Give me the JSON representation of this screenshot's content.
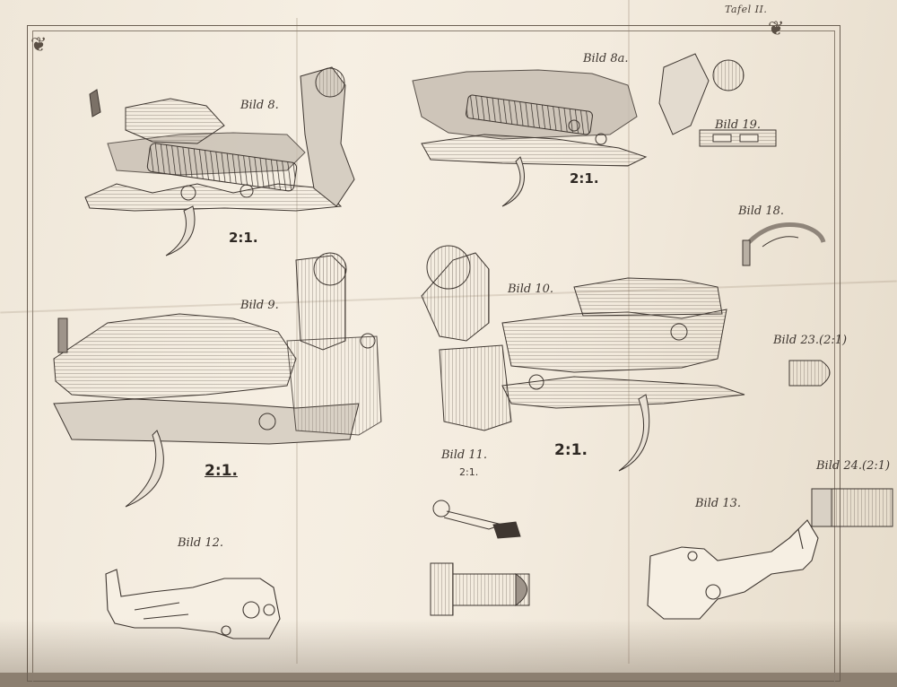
{
  "plate": {
    "number": "Tafel II."
  },
  "figures": {
    "bild8": {
      "label": "Bild 8.",
      "scale": "2:1."
    },
    "bild8a": {
      "label": "Bild 8a.",
      "scale": "2:1."
    },
    "bild9": {
      "label": "Bild 9.",
      "scale": "2:1."
    },
    "bild10": {
      "label": "Bild 10."
    },
    "bild11": {
      "label": "Bild 11.",
      "scale": "2:1."
    },
    "bild10_scale": "2:1.",
    "bild12": {
      "label": "Bild 12."
    },
    "bild13": {
      "label": "Bild 13."
    },
    "bild18": {
      "label": "Bild 18."
    },
    "bild19": {
      "label": "Bild 19."
    },
    "bild23": {
      "label": "Bild 23.(2:1)"
    },
    "bild24": {
      "label": "Bild 24.(2:1)"
    }
  },
  "colors": {
    "paper": "#f3ebde",
    "ink": "#3e3630",
    "fill": "#b9b0a4",
    "background": "#8c7f70"
  }
}
